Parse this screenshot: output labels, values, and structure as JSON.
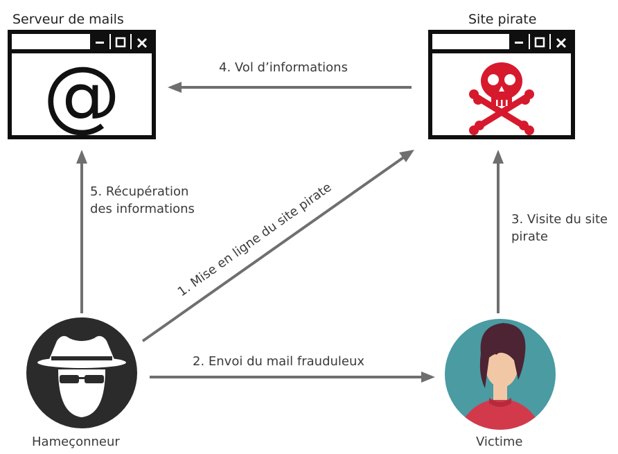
{
  "nodes": {
    "mail_server": {
      "label": "Serveur de mails",
      "icon": "at-sign-icon",
      "glyph": "@"
    },
    "pirate_site": {
      "label": "Site pirate",
      "icon": "skull-crossbones-icon",
      "icon_color": "#d7192d"
    },
    "phisher": {
      "label": "Hameçonneur",
      "icon": "hacker-avatar-icon"
    },
    "victim": {
      "label": "Victime",
      "icon": "victim-avatar-icon"
    }
  },
  "window_controls": [
    "minimize-icon",
    "maximize-icon",
    "close-icon"
  ],
  "edges": {
    "e1": {
      "label": "1. Mise en ligne du site pirate"
    },
    "e2": {
      "label": "2. Envoi du mail frauduleux"
    },
    "e3": {
      "label_line1": "3. Visite du site",
      "label_line2": "pirate"
    },
    "e4": {
      "label": "4. Vol d’informations"
    },
    "e5": {
      "label_line1": "5. Récupération",
      "label_line2": "des informations"
    }
  },
  "colors": {
    "arrow": "#6f6f6f",
    "frame": "#0f0f0f",
    "skull": "#d7192d",
    "victim_bg": "#4a9ba2",
    "victim_shirt": "#d23a4c",
    "victim_hair": "#4d2433",
    "phisher_bg": "#2b2b2b"
  }
}
